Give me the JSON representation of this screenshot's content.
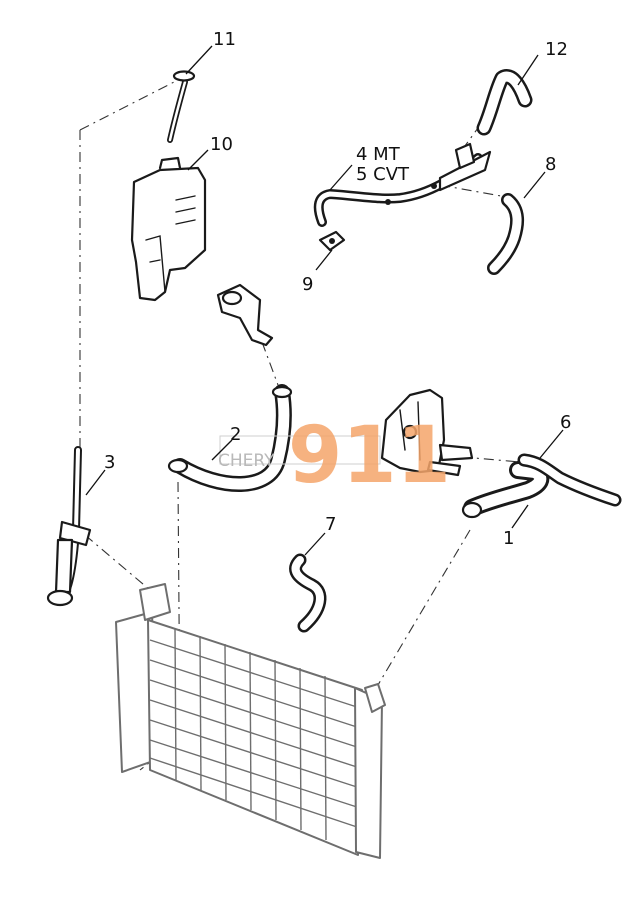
{
  "callouts": {
    "c1": "1",
    "c2": "2",
    "c3": "3",
    "c4_line1": "4 MT",
    "c4_line2": "5 CVT",
    "c6": "6",
    "c7": "7",
    "c8": "8",
    "c9": "9",
    "c10": "10",
    "c11": "11",
    "c12": "12"
  },
  "watermark": {
    "brand": "CHERY",
    "number": "911",
    "color": "#f5a56a"
  }
}
